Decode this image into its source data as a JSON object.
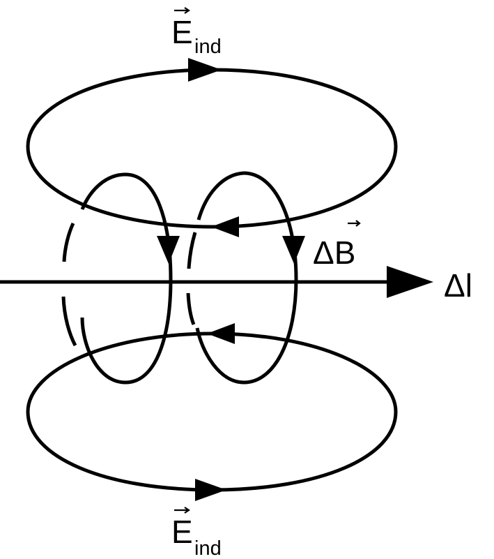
{
  "labels": {
    "current": "Δl",
    "field_change": "ΔB",
    "induced_field_top_main": "E",
    "induced_field_top_sub": "ind",
    "induced_field_bottom_main": "E",
    "induced_field_bottom_sub": "ind"
  },
  "colors": {
    "ink": "#000000",
    "background": "#ffffff"
  }
}
